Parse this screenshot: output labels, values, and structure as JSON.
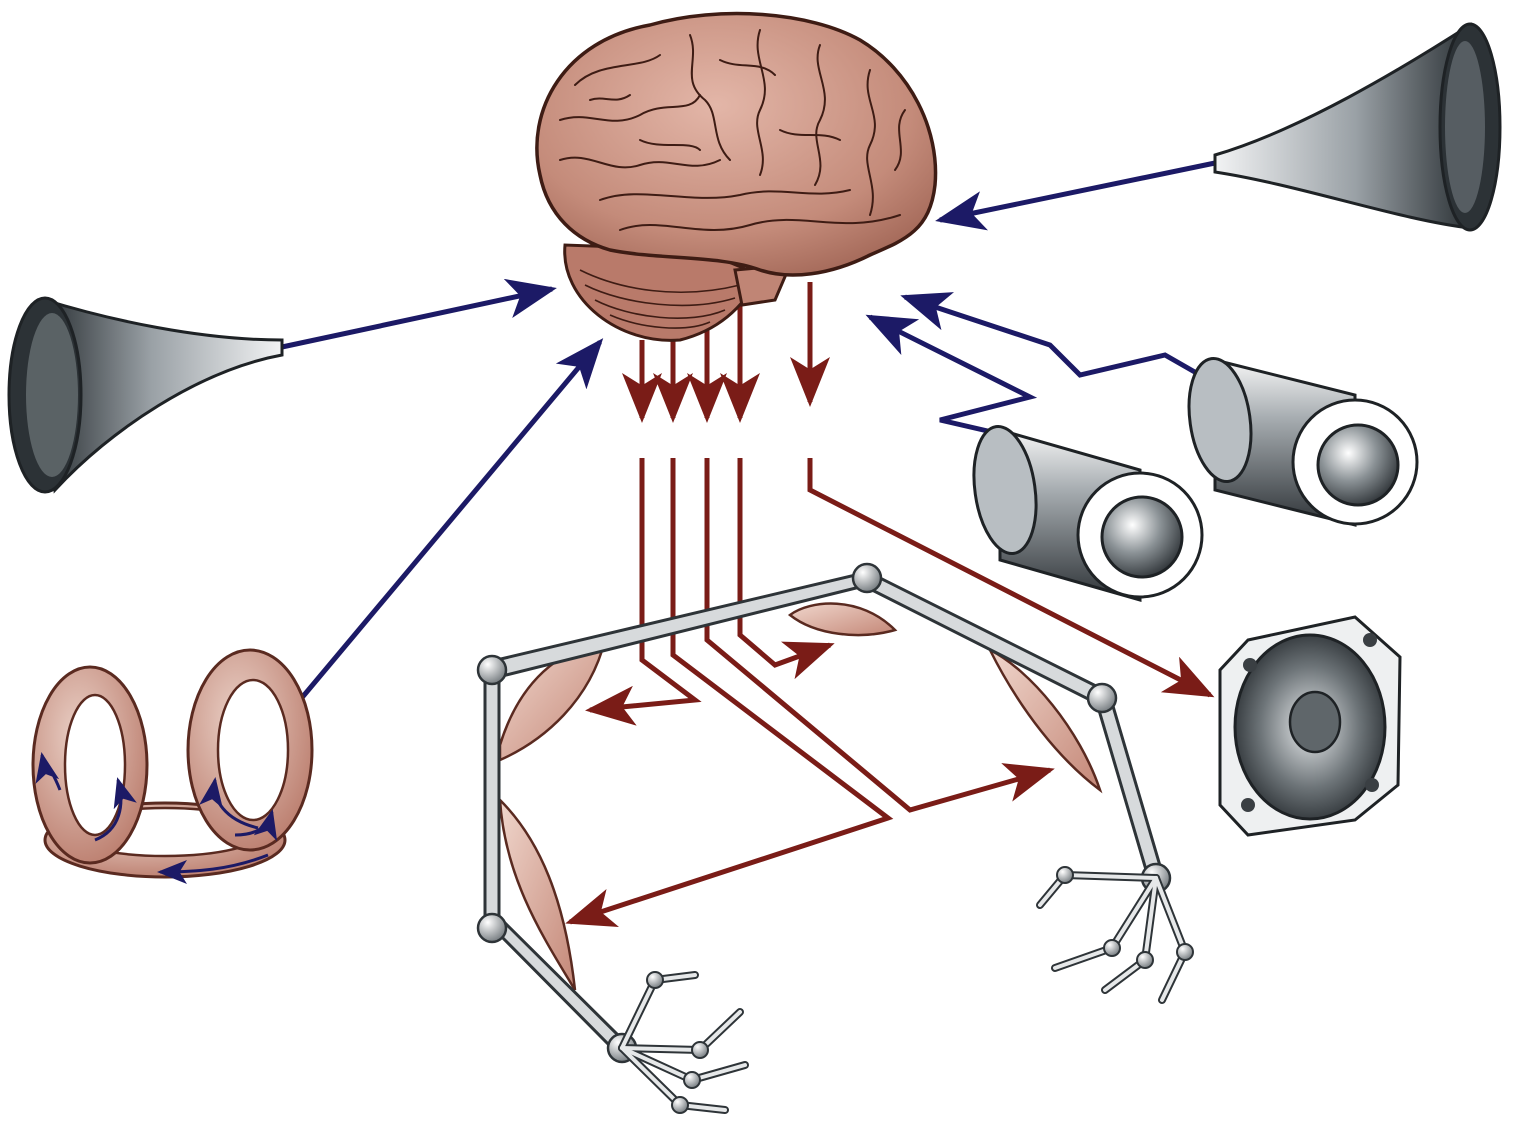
{
  "diagram": {
    "components": [
      {
        "id": "brain",
        "icon": "brain-icon"
      },
      {
        "id": "left-ear-horn",
        "icon": "horn-icon"
      },
      {
        "id": "right-ear-horn",
        "icon": "horn-icon"
      },
      {
        "id": "balance-rings",
        "icon": "vestibular-rings-icon"
      },
      {
        "id": "camera-left",
        "icon": "camera-cylinder-icon"
      },
      {
        "id": "camera-right",
        "icon": "camera-cylinder-icon"
      },
      {
        "id": "loudspeaker",
        "icon": "speaker-icon"
      },
      {
        "id": "arm-skeleton",
        "icon": "arm-skeleton-icon"
      }
    ],
    "colors": {
      "afferent": "#1c1a66",
      "efferent": "#7a1c17",
      "tissue": "#c98b7c",
      "tissue_dark": "#5a2a20",
      "metal": "#7e8589",
      "metal_dark": "#2e3438"
    }
  }
}
